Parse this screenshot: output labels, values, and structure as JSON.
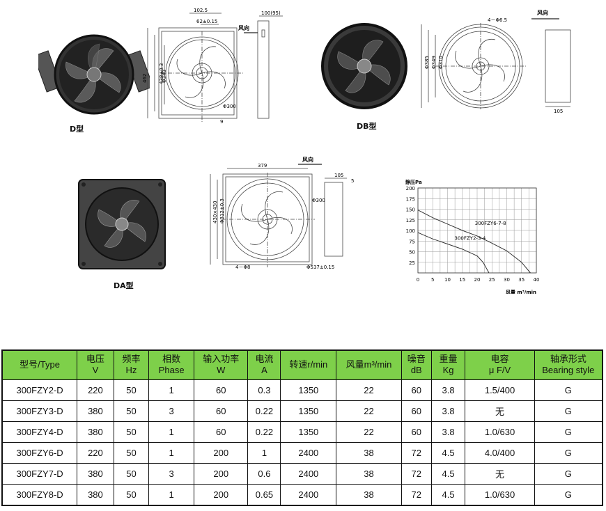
{
  "captions": {
    "d": "D型",
    "db": "DB型",
    "da": "DA型"
  },
  "drawing_d": {
    "wind": "风向",
    "dim_top": "102.5",
    "dim_inner": "62±0.15",
    "dim_side": "100(95)",
    "dim_height": "462",
    "dim_h2": "438±0.3",
    "dim_dia": "Φ340",
    "dim_d300": "Φ300",
    "dim_9": "9"
  },
  "drawing_db": {
    "wind": "风向",
    "dim_holes": "4－Φ6.5",
    "dim_d385": "Φ385",
    "dim_d349": "Φ349",
    "dim_d310": "Φ310",
    "dim_105": "105"
  },
  "drawing_da": {
    "wind": "风向",
    "dim_379": "379",
    "dim_105": "105",
    "dim_5": "5",
    "dim_d300": "Φ300",
    "dim_430": "430×430",
    "dim_312": "Φ312±0.3",
    "dim_holes": "4－Φ8",
    "dim_d537": "Φ537±0.15"
  },
  "chart_data": {
    "type": "line",
    "ylabel": "静压Pa",
    "xlabel": "风量 m³/min",
    "x_ticks": [
      "0",
      "5",
      "10",
      "15",
      "20",
      "25",
      "30",
      "35",
      "40"
    ],
    "y_ticks": [
      "200",
      "175",
      "150",
      "125",
      "100",
      "75",
      "50",
      "25"
    ],
    "xlim": [
      0,
      40
    ],
    "ylim": [
      0,
      200
    ],
    "series": [
      {
        "name": "300FZY6-7-8",
        "x": [
          0,
          5,
          10,
          15,
          20,
          25,
          30,
          35,
          38
        ],
        "y": [
          148,
          130,
          115,
          100,
          87,
          70,
          52,
          25,
          0
        ]
      },
      {
        "name": "300FZY2-3-4",
        "x": [
          0,
          5,
          10,
          15,
          20,
          22,
          24
        ],
        "y": [
          95,
          80,
          68,
          56,
          40,
          25,
          0
        ]
      }
    ]
  },
  "table": {
    "headers": [
      [
        "型号/Type"
      ],
      [
        "电压",
        "V"
      ],
      [
        "频率",
        "Hz"
      ],
      [
        "相数",
        "Phase"
      ],
      [
        "输入功率",
        "W"
      ],
      [
        "电流",
        "A"
      ],
      [
        "转速r/min"
      ],
      [
        "风量m³/min"
      ],
      [
        "噪音",
        "dB"
      ],
      [
        "重量",
        "Kg"
      ],
      [
        "电容",
        "μ F/V"
      ],
      [
        "轴承形式",
        "Bearing style"
      ]
    ],
    "rows": [
      [
        "300FZY2-D",
        "220",
        "50",
        "1",
        "60",
        "0.3",
        "1350",
        "22",
        "60",
        "3.8",
        "1.5/400",
        "G"
      ],
      [
        "300FZY3-D",
        "380",
        "50",
        "3",
        "60",
        "0.22",
        "1350",
        "22",
        "60",
        "3.8",
        "无",
        "G"
      ],
      [
        "300FZY4-D",
        "380",
        "50",
        "1",
        "60",
        "0.22",
        "1350",
        "22",
        "60",
        "3.8",
        "1.0/630",
        "G"
      ],
      [
        "300FZY6-D",
        "220",
        "50",
        "1",
        "200",
        "1",
        "2400",
        "38",
        "72",
        "4.5",
        "4.0/400",
        "G"
      ],
      [
        "300FZY7-D",
        "380",
        "50",
        "3",
        "200",
        "0.6",
        "2400",
        "38",
        "72",
        "4.5",
        "无",
        "G"
      ],
      [
        "300FZY8-D",
        "380",
        "50",
        "1",
        "200",
        "0.65",
        "2400",
        "38",
        "72",
        "4.5",
        "1.0/630",
        "G"
      ]
    ]
  }
}
